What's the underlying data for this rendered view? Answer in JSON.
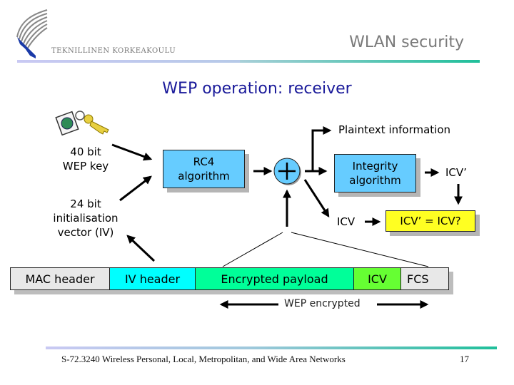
{
  "header": {
    "institution": "TEKNILLINEN KORKEAKOULU",
    "topic": "WLAN security"
  },
  "slide": {
    "title": "WEP operation: receiver"
  },
  "inputs": {
    "key_label_line1": "40 bit",
    "key_label_line2": "WEP key",
    "iv_label_line1": "24 bit",
    "iv_label_line2": "initialisation",
    "iv_label_line3": "vector (IV)"
  },
  "blocks": {
    "rc4_line1": "RC4",
    "rc4_line2": "algorithm",
    "xor_symbol": "+",
    "integrity_line1": "Integrity",
    "integrity_line2": "algorithm",
    "plaintext": "Plaintext information",
    "icv_prime": "ICV’",
    "icv": "ICV",
    "compare": "ICV’ = ICV?"
  },
  "frame": {
    "segments": [
      {
        "label": "MAC header",
        "color": "#e8e8e8"
      },
      {
        "label": "IV header",
        "color": "#00ffff"
      },
      {
        "label": "Encrypted payload",
        "color": "#00ff99"
      },
      {
        "label": "ICV",
        "color": "#66ff33"
      },
      {
        "label": "FCS",
        "color": "#e8e8e8"
      }
    ],
    "encrypted_span_label": "WEP encrypted"
  },
  "footer": {
    "course": "S-72.3240 Wireless Personal, Local, Metropolitan, and Wide Area Networks",
    "page": "17"
  }
}
